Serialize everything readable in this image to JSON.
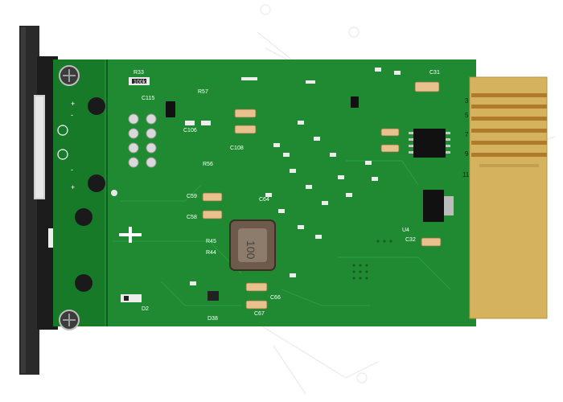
{
  "photo": {
    "subject": "SNMP/network card printed circuit board for UPS",
    "board_color": "#1f8a32",
    "bracket_color": "#2a2a2a",
    "gold_finger_color": "#d4b25e"
  },
  "silkscreen": {
    "top_labels": [
      "R33",
      "100k",
      "C115",
      "R57",
      "C31"
    ],
    "mid_labels": [
      "C106",
      "C108",
      "R56",
      "C59",
      "C58",
      "C64",
      "R45",
      "R44"
    ],
    "bottom_labels": [
      "C66",
      "C67",
      "D38",
      "D2",
      "C32",
      "U4"
    ],
    "inductor_marking": "100",
    "left_symbols": [
      "+",
      "-",
      "+",
      "-"
    ],
    "pin_numbers": [
      "3",
      "5",
      "7",
      "9",
      "11"
    ]
  }
}
